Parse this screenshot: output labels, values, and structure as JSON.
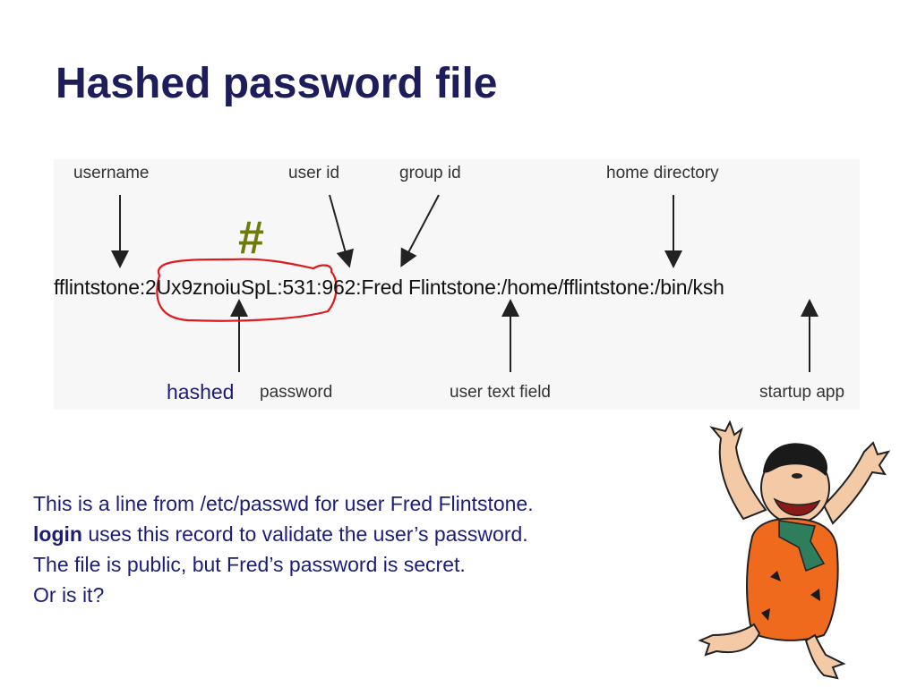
{
  "title": "Hashed password file",
  "diagram": {
    "top_labels": {
      "username": "username",
      "user_id": "user id",
      "group_id": "group id",
      "home_directory": "home directory"
    },
    "record_line": "fflintstone:2Ux9znoiuSpL:531:962:Fred Flintstone:/home/fflintstone:/bin/ksh",
    "bottom_labels": {
      "password": "password",
      "user_text_field": "user text field",
      "startup_app": "startup app"
    },
    "hash_symbol": "#",
    "hashed_word": "hashed",
    "circle_color": "#e0191f"
  },
  "body": {
    "line1": "This is a line from /etc/passwd for user Fred Flintstone.",
    "line2_bold": "login",
    "line2_rest": " uses this record to validate the user’s password.",
    "line3": "The file is public, but Fred’s password is secret.",
    "line4": "Or is it?"
  },
  "colors": {
    "title": "#1c1d5a",
    "body_text": "#1c1d7a",
    "hash_symbol": "#6f7a0d"
  },
  "image": {
    "description_icon": "fred-flintstone-cartoon"
  }
}
